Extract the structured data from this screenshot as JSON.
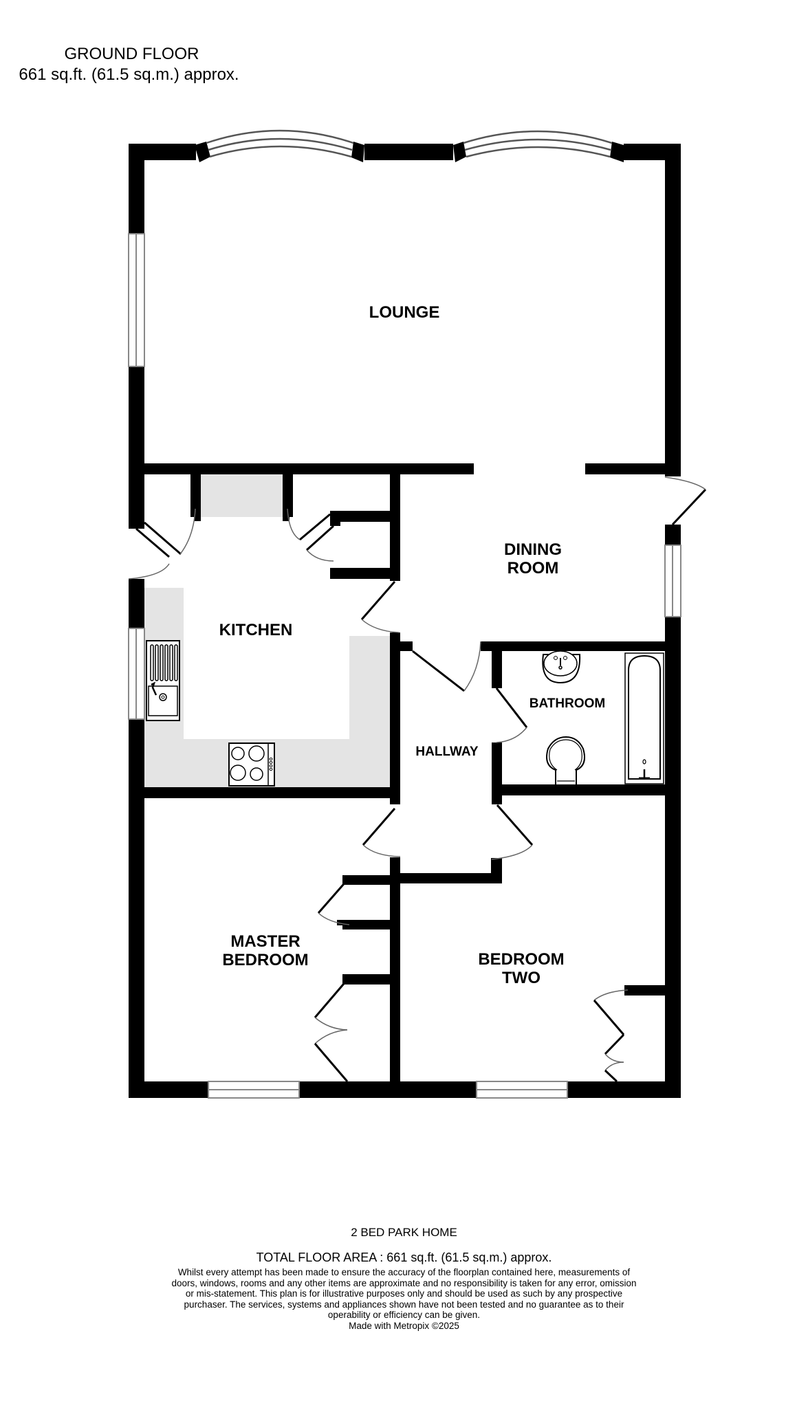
{
  "header": {
    "floor_name": "GROUND FLOOR",
    "floor_area": "661 sq.ft. (61.5 sq.m.) approx."
  },
  "rooms": {
    "lounge": {
      "label": "LOUNGE"
    },
    "dining_room": {
      "line1": "DINING",
      "line2": "ROOM"
    },
    "kitchen": {
      "label": "KITCHEN"
    },
    "bathroom": {
      "label": "BATHROOM"
    },
    "hallway": {
      "label": "HALLWAY"
    },
    "master_bedroom": {
      "line1": "MASTER",
      "line2": "BEDROOM"
    },
    "bedroom_two": {
      "line1": "BEDROOM",
      "line2": "TWO"
    }
  },
  "fixtures": [
    "kitchen-sink",
    "hob",
    "basin",
    "toilet",
    "bath"
  ],
  "colors": {
    "wall": "#000000",
    "worktop": "#e4e4e4",
    "window_line": "#808080",
    "background": "#ffffff"
  },
  "footer": {
    "property_type": "2 BED PARK HOME",
    "total_area": "TOTAL FLOOR AREA : 661 sq.ft. (61.5 sq.m.) approx.",
    "disclaimer": "Whilst every attempt has been made to ensure the accuracy of the floorplan contained here, measurements of doors, windows, rooms and any other items are approximate and no responsibility is taken for any error, omission or mis-statement. This plan is for illustrative purposes only and should be used as such by any prospective purchaser. The services, systems and appliances shown have not been tested and no guarantee as to their operability or efficiency can be given.",
    "credit": "Made with Metropix ©2025"
  }
}
